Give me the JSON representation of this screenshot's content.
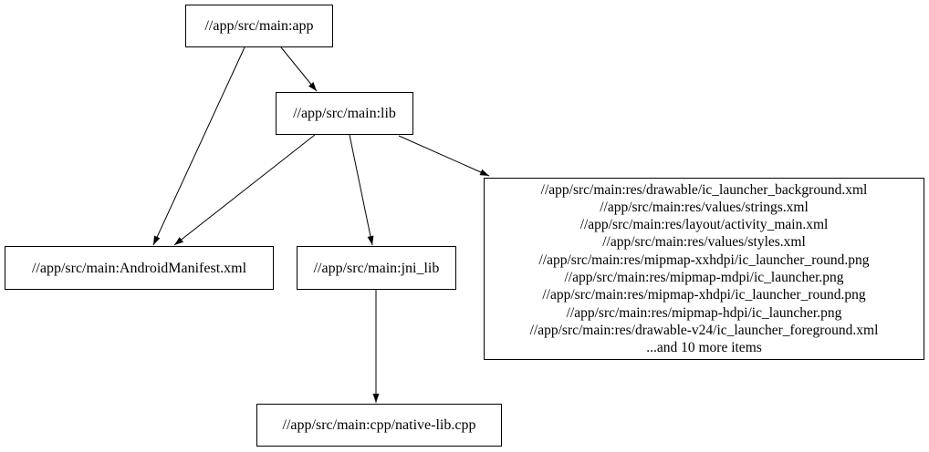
{
  "graph": {
    "background_color": "#ffffff",
    "node_border_color": "#000000",
    "text_color": "#000000",
    "edge_color": "#000000",
    "nodes": {
      "app": {
        "label": "//app/src/main:app"
      },
      "lib": {
        "label": "//app/src/main:lib"
      },
      "manifest": {
        "label": "//app/src/main:AndroidManifest.xml"
      },
      "jni_lib": {
        "label": "//app/src/main:jni_lib"
      },
      "native_lib": {
        "label": "//app/src/main:cpp/native-lib.cpp"
      },
      "res_group": {
        "lines": [
          "//app/src/main:res/drawable/ic_launcher_background.xml",
          "//app/src/main:res/values/strings.xml",
          "//app/src/main:res/layout/activity_main.xml",
          "//app/src/main:res/values/styles.xml",
          "//app/src/main:res/mipmap-xxhdpi/ic_launcher_round.png",
          "//app/src/main:res/mipmap-mdpi/ic_launcher.png",
          "//app/src/main:res/mipmap-xhdpi/ic_launcher_round.png",
          "//app/src/main:res/mipmap-hdpi/ic_launcher.png",
          "//app/src/main:res/drawable-v24/ic_launcher_foreground.xml",
          "...and 10 more items"
        ]
      }
    },
    "edges": [
      {
        "from": "app",
        "to": "manifest"
      },
      {
        "from": "app",
        "to": "lib"
      },
      {
        "from": "lib",
        "to": "manifest"
      },
      {
        "from": "lib",
        "to": "jni_lib"
      },
      {
        "from": "lib",
        "to": "res_group"
      },
      {
        "from": "jni_lib",
        "to": "native_lib"
      }
    ]
  }
}
